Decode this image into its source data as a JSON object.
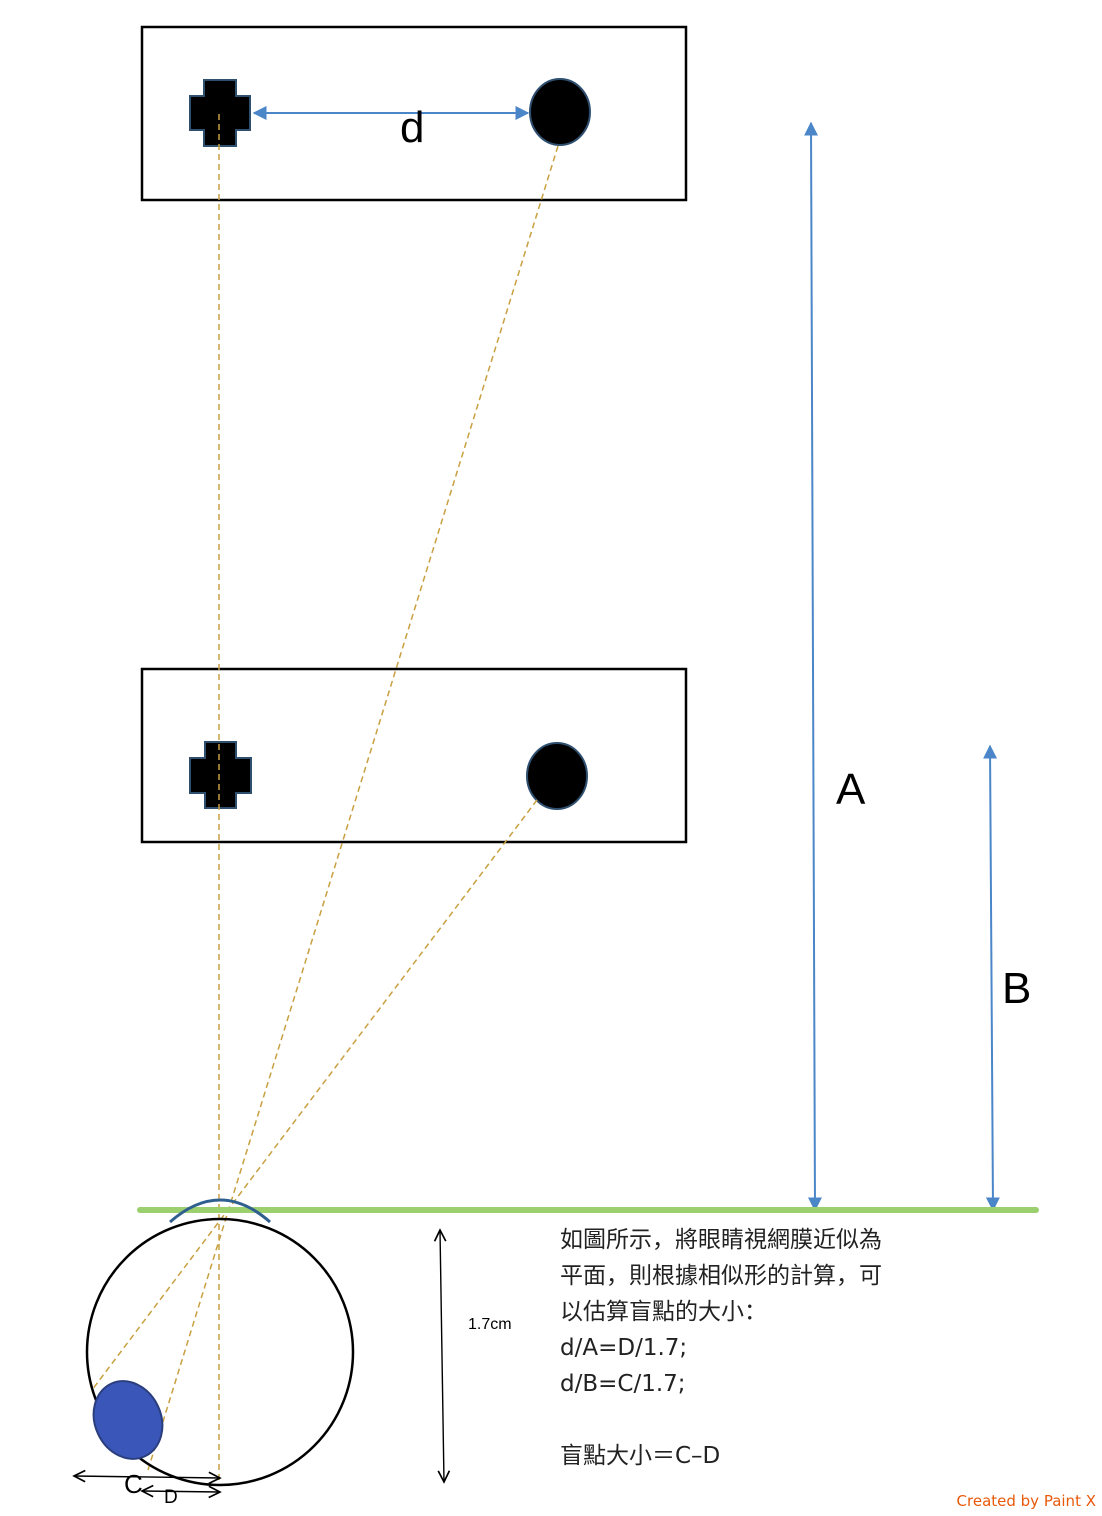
{
  "labels": {
    "d": "d",
    "A": "A",
    "B": "B",
    "C": "C",
    "D": "D",
    "eye_size": "1.7cm"
  },
  "explanation": {
    "lines": [
      "如圖所示，將眼睛視網膜近似為",
      "平面，則根據相似形的計算，可",
      "以估算盲點的大小：",
      "d/A=D/1.7;",
      "d/B=C/1.7;",
      "",
      "盲點大小＝C–D"
    ]
  },
  "watermark": "Created by Paint X",
  "colors": {
    "arrow_blue": "#4a86c8",
    "sight_line": "#c8a040",
    "ground_green": "#9ccf6e",
    "blind_spot": "#3a56b8",
    "lens": "#2f5f8f"
  }
}
